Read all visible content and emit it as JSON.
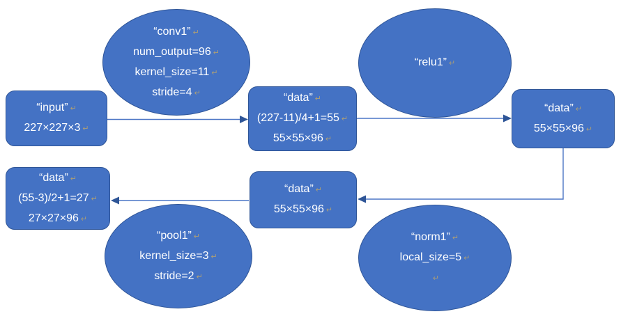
{
  "diagram": {
    "title_hint": "CNN first-stage dataflow diagram (input → conv1 → relu1 → norm1 → pool1)",
    "return_mark": "↵",
    "colors": {
      "shape_fill": "#4472C4",
      "shape_border": "#2F5597",
      "arrow_line": "#4C76C5",
      "arrow_head": "#2E5597",
      "text": "#ffffff",
      "background": "#ffffff"
    },
    "nodes": {
      "input": {
        "shape": "rect",
        "lines": [
          "“input”",
          "227×227×3"
        ]
      },
      "conv1": {
        "shape": "ellipse",
        "lines": [
          "“conv1”",
          "num_output=96",
          "kernel_size=11",
          "stride=4"
        ]
      },
      "data_conv": {
        "shape": "rect",
        "lines": [
          "“data”",
          "(227-11)/4+1=55",
          "55×55×96"
        ]
      },
      "relu1": {
        "shape": "ellipse",
        "lines": [
          "“relu1”"
        ]
      },
      "data_relu": {
        "shape": "rect",
        "lines": [
          "“data”",
          "55×55×96"
        ]
      },
      "data_norm": {
        "shape": "rect",
        "lines": [
          "“data”",
          "55×55×96"
        ]
      },
      "norm1": {
        "shape": "ellipse",
        "lines": [
          "“norm1”",
          "local_size=5",
          ""
        ]
      },
      "pool1": {
        "shape": "ellipse",
        "lines": [
          "“pool1”",
          "kernel_size=3",
          "stride=2"
        ]
      },
      "data_pool": {
        "shape": "rect",
        "lines": [
          "“data”",
          "(55-3)/2+1=27",
          "27×27×96"
        ]
      }
    },
    "edges": [
      {
        "from": "input",
        "to": "data_conv"
      },
      {
        "from": "data_conv",
        "to": "data_relu"
      },
      {
        "from": "data_relu",
        "to": "data_norm"
      },
      {
        "from": "data_norm",
        "to": "data_pool"
      }
    ]
  }
}
